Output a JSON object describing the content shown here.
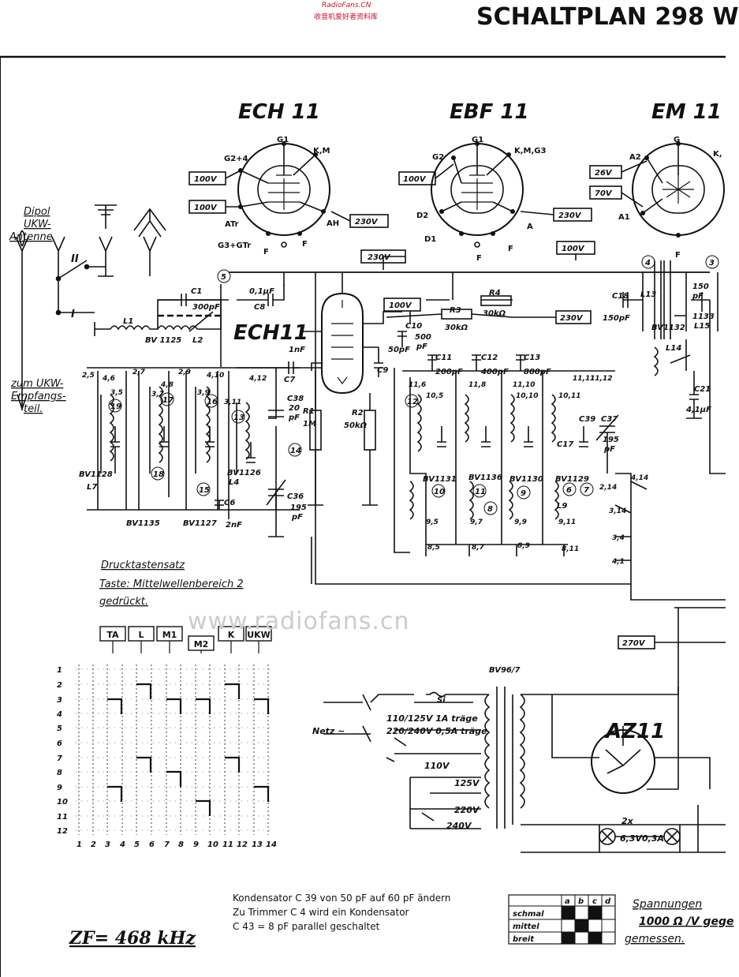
{
  "header": {
    "brand_line1": "RadioFans.CN",
    "brand_line2": "收音机爱好者资料库",
    "title": "SCHALTPLAN 298 W"
  },
  "watermark": "www.radiofans.cn",
  "tubes": {
    "ech11_top": "ECH 11",
    "ebf11": "EBF 11",
    "em11": "EM 11",
    "ech11_mid": "ECH11",
    "az11": "AZ11"
  },
  "pins": {
    "ech11": {
      "g1": "G1",
      "g24": "G2+4",
      "km": "K,M",
      "atr": "ATr",
      "ah": "AH",
      "g3": "G3+GTr",
      "f1": "F",
      "f2": "F"
    },
    "ebf11": {
      "g1": "G1",
      "g2": "G2",
      "kmg3": "K,M,G3",
      "d2": "D2",
      "d1": "D1",
      "a": "A",
      "f1": "F",
      "f2": "F"
    },
    "em11": {
      "g": "G",
      "a2": "A2",
      "a1": "A1",
      "k": "K,",
      "f": "F"
    }
  },
  "voltages": {
    "ech_g24": "100V",
    "ech_atr": "100V",
    "ech_ah": "230V",
    "ebf_g2": "100V",
    "ebf_a": "230V",
    "em_a2": "26V",
    "em_a1": "70V",
    "bus_230": "230V",
    "bus_100": "100V",
    "mid_100": "100V",
    "mid_230": "230V",
    "v270": "270V"
  },
  "antenna": {
    "dipol": "Dipol",
    "ukw": "UKW-",
    "antenne": "Antenne",
    "to_ukw_1": "zum UKW-",
    "to_ukw_2": "Empfangs-",
    "to_ukw_3": "teil.",
    "sw2": "II",
    "sw1": "I"
  },
  "components": {
    "c1": "C1",
    "c1v": "300pF",
    "c8": "C8",
    "c8v": "0,1μF",
    "l1": "L1",
    "bv1125": "BV 1125",
    "l2": "L2",
    "c7": "C7",
    "c7v": "1nF",
    "c38": "C38",
    "c38v1": "20",
    "c38v2": "pF",
    "r1": "R1",
    "r1v": "1M",
    "r2": "R2",
    "r2v": "50kΩ",
    "c9": "C9",
    "c9v": "50pF",
    "c10": "C10",
    "c10v": "500",
    "c10u": "pF",
    "r3": "R3",
    "r3v": "30kΩ",
    "r4": "R4",
    "r4v": "30kΩ",
    "c11": "C11",
    "c11v": "200pF",
    "c12": "C12",
    "c12v": "400pF",
    "c13": "C13",
    "c13v": "800pF",
    "c18": "C18",
    "c18v": "150pF",
    "l13": "L13",
    "c150": "150",
    "pf": "pF",
    "bv1132": "BV1132",
    "l14": "L14",
    "l15": "L15",
    "c21": "C21",
    "c21v": "4,1μF",
    "bv1133": "1133",
    "c36": "C36",
    "c36v": "195",
    "c36u": "pF",
    "c6": "C6",
    "c6v": "2nF",
    "c37": "C37",
    "c37v": "195",
    "c37u": "pF",
    "c39": "C39",
    "c17": "C17",
    "bv1128": "BV1128",
    "l7": "L7",
    "bv1135": "BV1135",
    "bv1127": "BV1127",
    "bv1126": "BV1126",
    "l4": "L4",
    "bv1131": "BV1131",
    "bv1136": "BV1136",
    "bv1130": "BV1130",
    "bv1129": "BV1129",
    "l9": "L9",
    "bv96": "BV96/7",
    "si": "Si"
  },
  "taps": [
    "2,5",
    "4,6",
    "3,5",
    "2,7",
    "4,8",
    "3,7",
    "2,9",
    "4,10",
    "3,9",
    "4,12",
    "3,11",
    "11,6",
    "10,5",
    "11,8",
    "11,10",
    "10,10",
    "10,11",
    "11,12",
    "11,11",
    "9,5",
    "9,7",
    "9,9",
    "9,11",
    "8,5",
    "8,7",
    "8,9",
    "8,11",
    "4,14",
    "2,14",
    "3,14",
    "3,4",
    "4,1"
  ],
  "circled": [
    "5",
    "19",
    "17",
    "16",
    "13",
    "14",
    "18",
    "15",
    "12",
    "11",
    "10",
    "8",
    "9",
    "6",
    "7",
    "4",
    "3"
  ],
  "mains": {
    "netz": "Netz ~",
    "f1": "110/125V  1A träge",
    "f2": "220/240V 0,5A träge",
    "v110": "110V",
    "v125": "125V",
    "v220": "220V",
    "v240": "240V",
    "lamps1": "2x",
    "lamps2": "6,3V0,3A"
  },
  "pushbuttons": {
    "heading1": "Drucktastensatz",
    "heading2": "Taste: Mittelwellenbereich 2",
    "heading3": "gedrückt.",
    "keys": [
      "TA",
      "L",
      "M1",
      "M2",
      "K",
      "UKW"
    ],
    "rows": [
      "1",
      "2",
      "3",
      "4",
      "5",
      "6",
      "7",
      "8",
      "9",
      "10",
      "11",
      "12"
    ],
    "cols": [
      "1",
      "2",
      "3",
      "4",
      "5",
      "6",
      "7",
      "8",
      "9",
      "10",
      "11",
      "12",
      "13",
      "14"
    ]
  },
  "zf": "ZF= 468 kHz",
  "notes": [
    "Kondensator C 39 von 50 pF auf 60 pF ändern",
    "Zu Trimmer C 4 wird ein Kondensator",
    "C 43 = 8 pF parallel geschaltet"
  ],
  "table": {
    "head": [
      "a",
      "b",
      "c",
      "d"
    ],
    "rows": [
      "schmal",
      "mittel",
      "breit"
    ]
  },
  "footnote": {
    "l1": "Spannungen",
    "l2": "1000 Ω /V gege",
    "l3": "gemessen."
  }
}
